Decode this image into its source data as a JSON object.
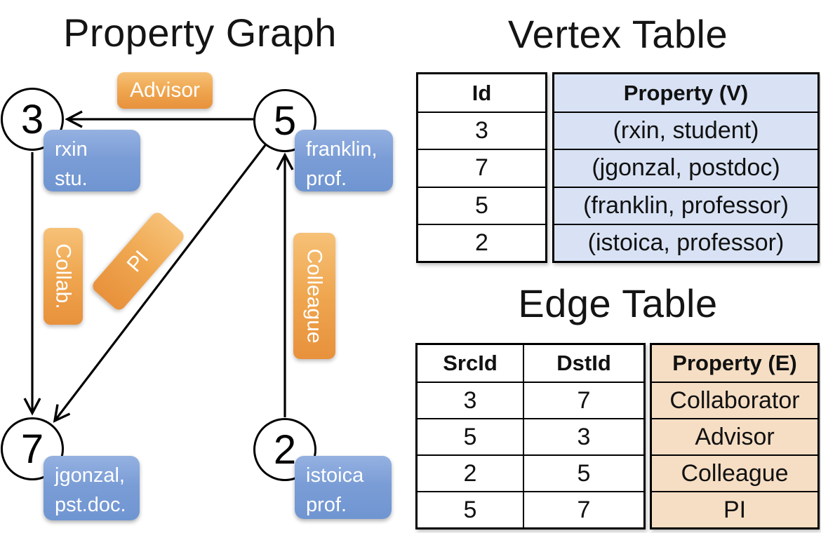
{
  "graph": {
    "title": "Property Graph",
    "nodes": [
      {
        "id": "3",
        "label_lines": [
          "rxin",
          "stu."
        ]
      },
      {
        "id": "5",
        "label_lines": [
          "franklin,",
          "prof."
        ]
      },
      {
        "id": "7",
        "label_lines": [
          "jgonzal,",
          "pst.doc."
        ]
      },
      {
        "id": "2",
        "label_lines": [
          "istoica",
          "prof."
        ]
      }
    ],
    "edges": [
      {
        "label": "Advisor",
        "src": "5",
        "dst": "3"
      },
      {
        "label": "Collab.",
        "src": "3",
        "dst": "7"
      },
      {
        "label": "PI",
        "src": "5",
        "dst": "7"
      },
      {
        "label": "Colleague",
        "src": "2",
        "dst": "5"
      }
    ]
  },
  "vertex_table": {
    "title": "Vertex Table",
    "columns": [
      "Id",
      "Property (V)"
    ],
    "rows": [
      [
        "3",
        "(rxin, student)"
      ],
      [
        "7",
        "(jgonzal, postdoc)"
      ],
      [
        "5",
        "(franklin, professor)"
      ],
      [
        "2",
        "(istoica, professor)"
      ]
    ]
  },
  "edge_table": {
    "title": "Edge Table",
    "columns": [
      "SrcId",
      "DstId",
      "Property (E)"
    ],
    "rows": [
      [
        "3",
        "7",
        "Collaborator"
      ],
      [
        "5",
        "3",
        "Advisor"
      ],
      [
        "2",
        "5",
        "Colleague"
      ],
      [
        "5",
        "7",
        "PI"
      ]
    ]
  },
  "colors": {
    "edge_label_fill": "#EFA64F",
    "vertex_label_fill": "#7B9DD6",
    "vertex_property_bg": "#D8E2F4",
    "edge_property_bg": "#F6DEC4",
    "line": "#000000"
  }
}
